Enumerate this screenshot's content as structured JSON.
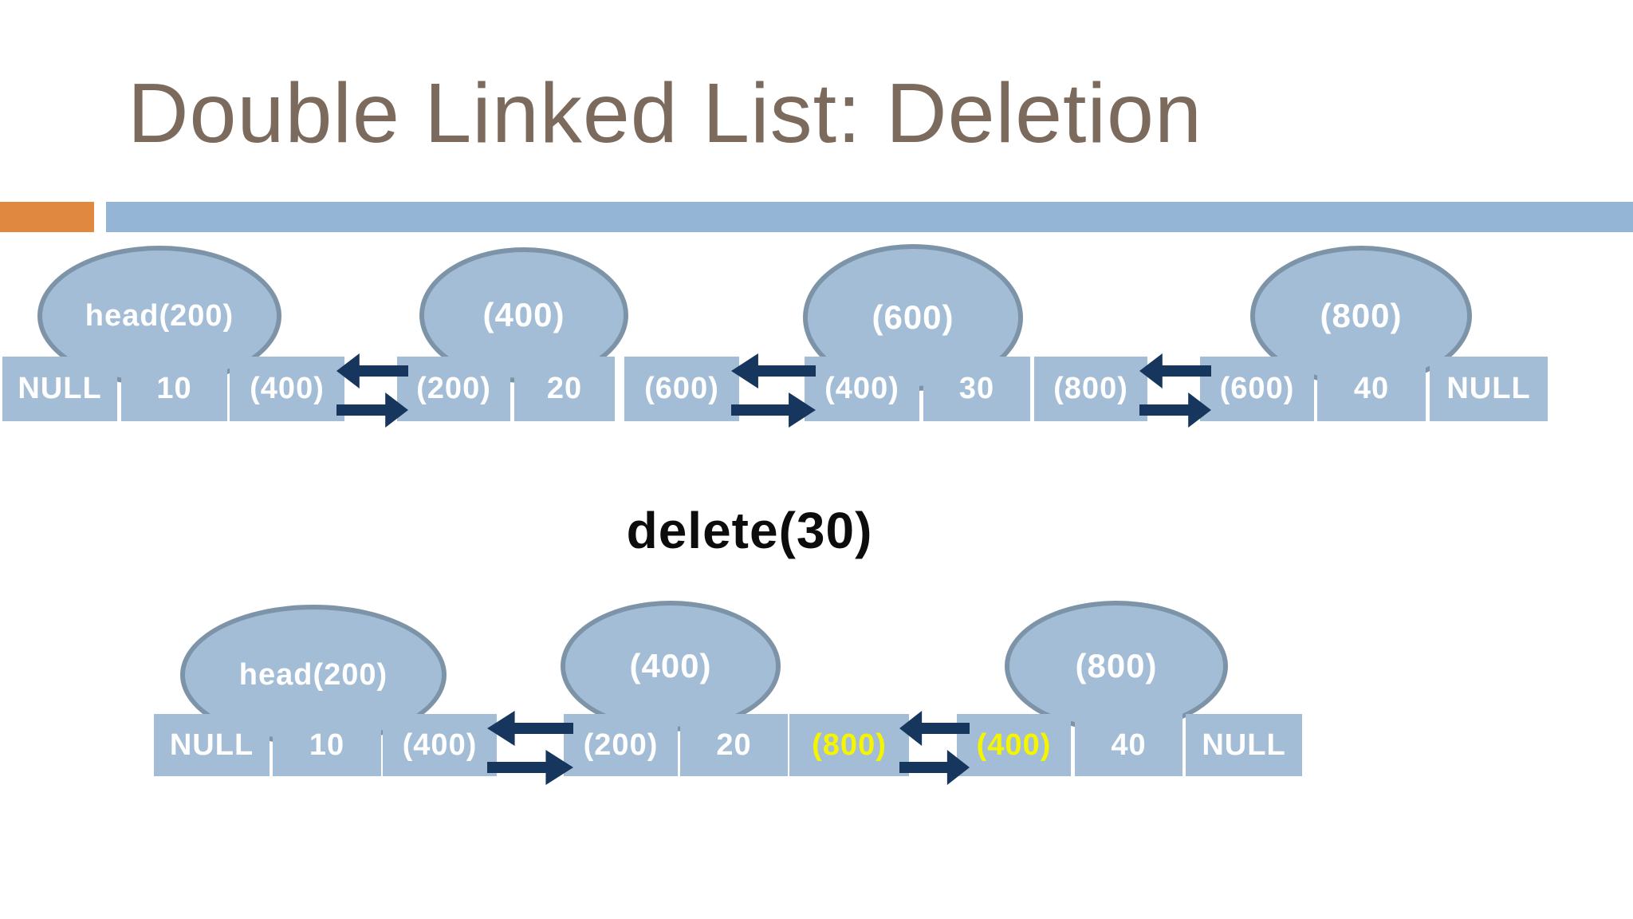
{
  "slide": {
    "title": "Double Linked List: Deletion",
    "operation": "delete(30)"
  },
  "colors": {
    "title_brown": "#7c6a5d",
    "bar_orange": "#e0883f",
    "bar_blue": "#95b5d6",
    "node_fill": "#a4bdd6",
    "ellipse_fill": "#a4bdd6",
    "ellipse_border": "#7d94a8",
    "arrow_navy": "#17365d",
    "highlight_yellow": "#f5f500",
    "operation_black": "#0c0c0c"
  },
  "before": {
    "description": "doubly linked list before deletion",
    "nodes": [
      {
        "pointer": "head(200)",
        "cells": [
          "NULL",
          "10",
          "(400)"
        ]
      },
      {
        "pointer": "(400)",
        "cells": [
          "(200)",
          "20",
          "(600)"
        ]
      },
      {
        "pointer": "(600)",
        "cells": [
          "(400)",
          "30",
          "(800)"
        ]
      },
      {
        "pointer": "(800)",
        "cells": [
          "(600)",
          "40",
          "NULL"
        ]
      }
    ]
  },
  "after": {
    "description": "doubly linked list after delete(30)",
    "nodes": [
      {
        "pointer": "head(200)",
        "cells": [
          "NULL",
          "10",
          "(400)"
        ]
      },
      {
        "pointer": "(400)",
        "cells": [
          "(200)",
          "20",
          "(800)"
        ]
      },
      {
        "pointer": "(800)",
        "cells": [
          "(400)",
          "40",
          "NULL"
        ]
      }
    ]
  }
}
